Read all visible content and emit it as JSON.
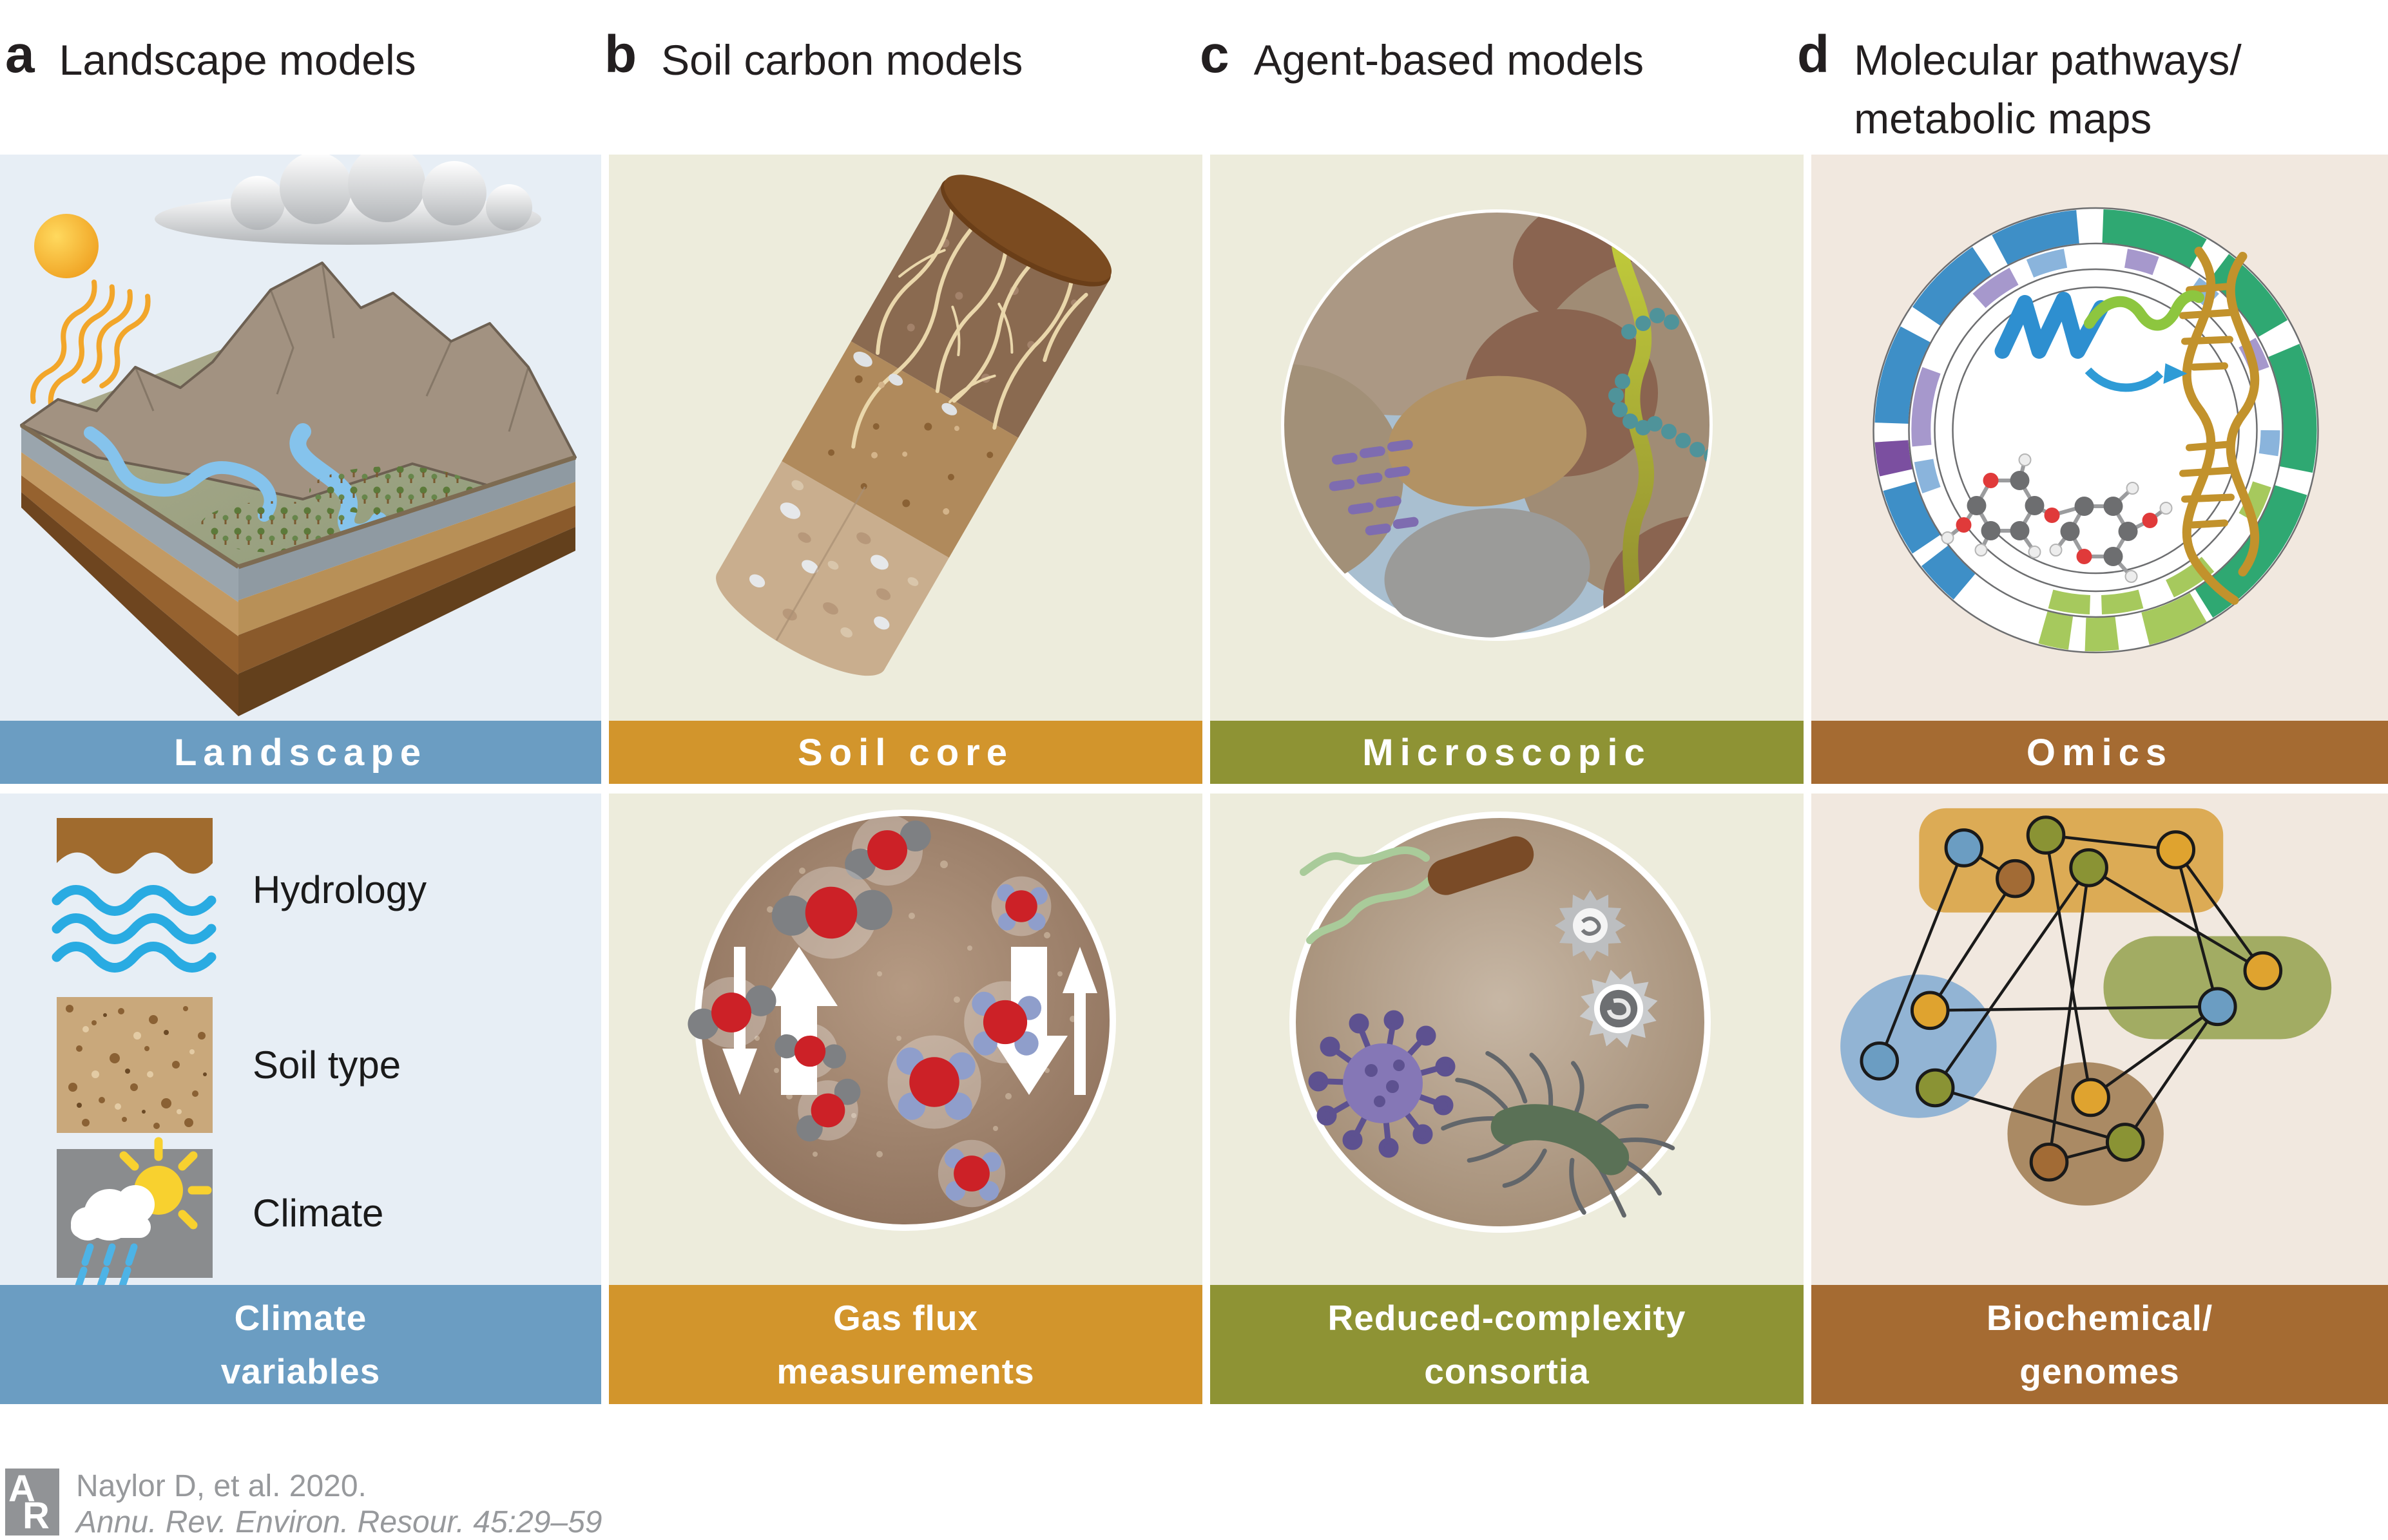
{
  "panels": [
    {
      "letter": "a",
      "title": "Landscape models",
      "top_banner": "Landscape",
      "bottom_banner": "Climate\nvariables",
      "accent": "#6b9dc2",
      "legend": [
        {
          "label": "Hydrology"
        },
        {
          "label": "Soil type"
        },
        {
          "label": "Climate"
        }
      ]
    },
    {
      "letter": "b",
      "title": "Soil carbon models",
      "top_banner": "Soil core",
      "bottom_banner": "Gas flux\nmeasurements",
      "accent": "#d2952c"
    },
    {
      "letter": "c",
      "title": "Agent-based models",
      "top_banner": "Microscopic",
      "bottom_banner": "Reduced-complexity\nconsortia",
      "accent": "#8e9334"
    },
    {
      "letter": "d",
      "title": "Molecular pathways/\nmetabolic maps",
      "top_banner": "Omics",
      "bottom_banner": "Biochemical/\ngenomes",
      "accent": "#a56b32"
    }
  ],
  "citation": {
    "logo_a": "A",
    "logo_r": "R",
    "line1": "Naylor D, et al. 2020.",
    "line2": "Annu. Rev. Environ. Resour. 45:29–59"
  },
  "colors": {
    "banner_blue": "#6b9dc2",
    "banner_amber": "#d2952c",
    "banner_olive": "#8e9334",
    "banner_brown": "#a56b32",
    "panel_a_bg": "#e7eef5",
    "panel_bc_bg": "#edecdc",
    "panel_d_bg": "#f1e8df",
    "citation_gray": "#97999c"
  }
}
